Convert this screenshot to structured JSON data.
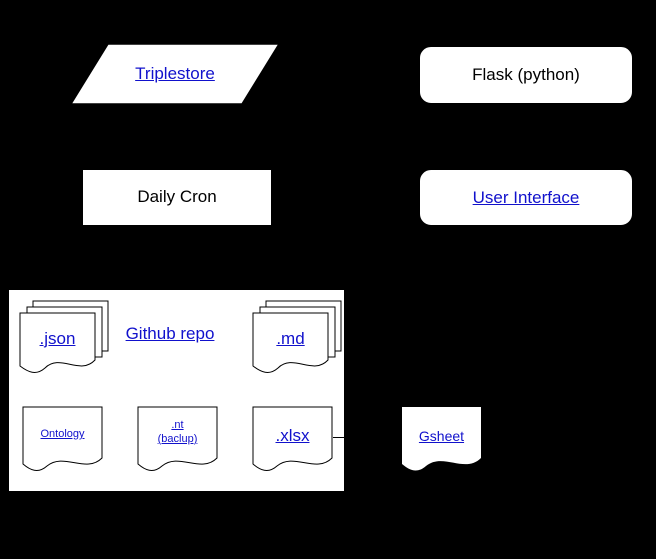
{
  "diagram": {
    "background_color": "#000000",
    "link_color": "#1111cc",
    "shape_fill": "#ffffff",
    "stroke_color": "#000000",
    "nodes": {
      "triplestore": {
        "label": "Triplestore",
        "shape": "parallelogram",
        "is_link": true
      },
      "flask": {
        "label": "Flask (python)",
        "shape": "rounded-rectangle",
        "is_link": false
      },
      "daily_cron": {
        "label": "Daily Cron",
        "shape": "rectangle",
        "is_link": false
      },
      "user_interface": {
        "label": "User Interface",
        "shape": "rounded-rectangle",
        "is_link": true
      },
      "github_repo": {
        "label": "Github repo",
        "shape": "container",
        "is_link": true
      },
      "json_files": {
        "label": ".json",
        "shape": "multi-document",
        "is_link": true
      },
      "md_files": {
        "label": ".md",
        "shape": "multi-document",
        "is_link": true
      },
      "ontology": {
        "label": "Ontology",
        "shape": "document",
        "is_link": true
      },
      "nt_backup_line1": {
        "label": ".nt",
        "shape": "document",
        "is_link": true
      },
      "nt_backup_line2": {
        "label": "(baclup)",
        "shape": "document",
        "is_link": true
      },
      "xlsx": {
        "label": ".xlsx",
        "shape": "document",
        "is_link": true
      },
      "gsheet": {
        "label": "Gsheet",
        "shape": "document",
        "is_link": true
      }
    },
    "edges": [
      {
        "from": "xlsx",
        "to": "github-repo-boundary",
        "style": "solid"
      }
    ]
  }
}
